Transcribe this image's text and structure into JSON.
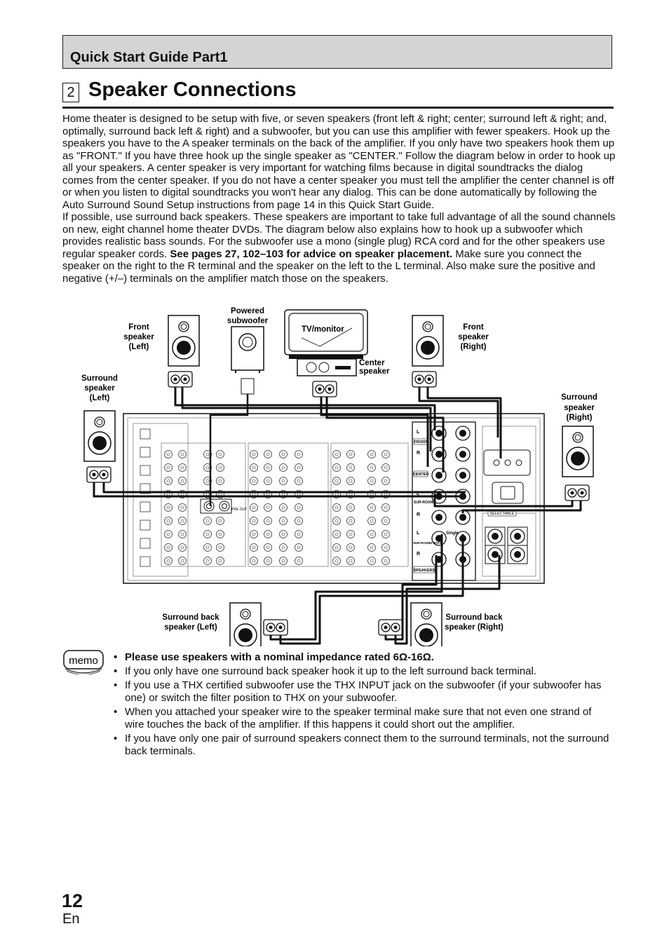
{
  "header": {
    "section": "Quick Start Guide   Part1"
  },
  "title": {
    "number": "2",
    "text": "Speaker Connections"
  },
  "intro": {
    "p1": "Home theater is designed to be setup with five, or seven speakers (front left & right; center; surround left & right; and, optimally, surround back left & right) and a subwoofer, but you can use this amplifier with fewer speakers. Hook up the speakers you have to the A speaker terminals on the back of the amplifier. If you only have two speakers hook them up as \"FRONT.\" If you have three hook up the single speaker as \"CENTER.\" Follow the diagram below in order to hook up all your speakers. A center speaker is very important for watching films because in digital soundtracks the dialog comes from the center speaker. If you do not have a center speaker you must tell the amplifier the center channel is off or when you listen to digital soundtracks you won't hear any dialog. This can be done automatically by following the Auto Surround Sound Setup instructions from page 14 in this Quick Start Guide.",
    "p2_a": "If possible, use surround back speakers. These speakers are important to take full advantage of all the sound channels on new, eight channel home theater DVDs. The diagram below also explains how to hook up a subwoofer which provides realistic bass sounds. For the subwoofer use a mono (single plug) RCA cord and for the other speakers use regular speaker cords. ",
    "p2_bold": "See pages 27, 102–103 for advice on speaker placement.",
    "p2_b": " Make sure you connect the speaker on the right to the R terminal and the speaker on the left to the L terminal. Also make sure the positive and negative (+/–) terminals on the amplifier match those on the speakers."
  },
  "diagram": {
    "front_left": [
      "Front",
      "speaker",
      "(Left)"
    ],
    "subwoofer": [
      "Powered",
      "subwoofer"
    ],
    "tv": "TV/monitor",
    "center": [
      "Center",
      "speaker"
    ],
    "front_right": [
      "Front",
      "speaker",
      "(Right)"
    ],
    "surround_left": [
      "Surround",
      "speaker",
      "(Left)"
    ],
    "surround_right": [
      "Surround",
      "speaker",
      "(Right)"
    ],
    "surround_back_left": [
      "Surround back",
      "speaker (Left)"
    ],
    "surround_back_right": [
      "Surround back",
      "speaker (Right)"
    ],
    "terminals": {
      "front": "FRONT",
      "center": "CENTER",
      "surround": "SUR-ROUND",
      "surround_back": "SUR-ROUND BACK",
      "speakers": "SPEAKERS",
      "l": "L",
      "r": "R",
      "single": "Single",
      "selectable": "SELECTABLE",
      "preout": "PRE OUT"
    }
  },
  "memo": {
    "badge": "memo",
    "items": [
      "Please use speakers with a nominal impedance rated 6Ω-16Ω.",
      "If you only have one surround back speaker hook it up to the left surround back terminal.",
      "If you use a THX certified subwoofer use the THX INPUT jack on the subwoofer (if your subwoofer has one) or switch the filter position to THX on your subwoofer.",
      "When you attached your speaker wire to the speaker terminal make sure that not even one strand of wire touches the back of the amplifier. If this happens it could short out the amplifier.",
      "If you have only one pair of surround speakers connect them to the surround terminals, not the surround back terminals."
    ]
  },
  "footer": {
    "page": "12",
    "lang": "En"
  }
}
